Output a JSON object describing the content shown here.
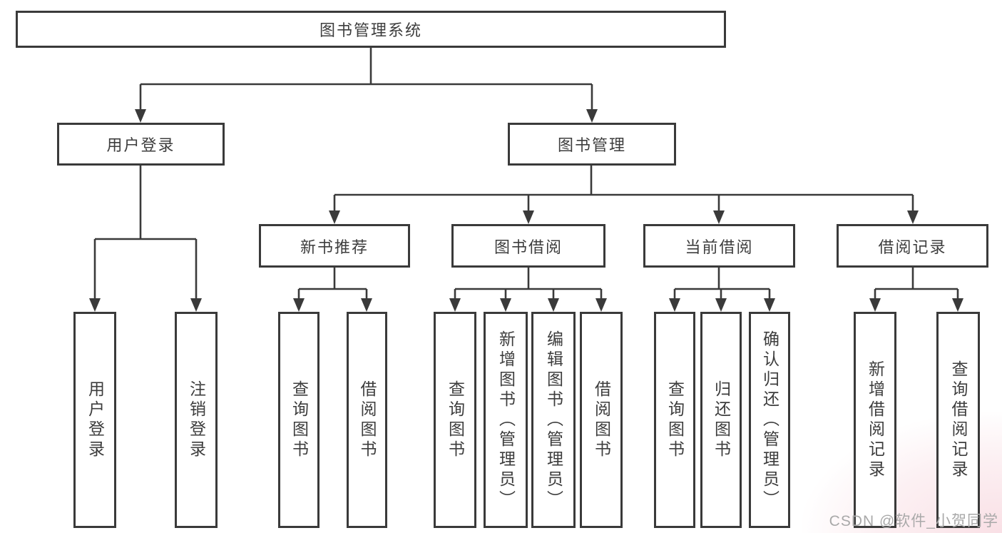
{
  "diagram": {
    "type": "hierarchy-tree",
    "title": "图书管理系统"
  },
  "nodes": [
    {
      "id": "root",
      "label": "图书管理系统",
      "parent": null,
      "level": 1
    },
    {
      "id": "userLogin",
      "label": "用户登录",
      "parent": "root",
      "level": 2
    },
    {
      "id": "bookMgmt",
      "label": "图书管理",
      "parent": "root",
      "level": 2
    },
    {
      "id": "login",
      "label": "用户登录",
      "parent": "userLogin",
      "level": 3
    },
    {
      "id": "logout",
      "label": "注销登录",
      "parent": "userLogin",
      "level": 3
    },
    {
      "id": "newBookRec",
      "label": "新书推荐",
      "parent": "bookMgmt",
      "level": 3
    },
    {
      "id": "bookBorrow",
      "label": "图书借阅",
      "parent": "bookMgmt",
      "level": 3
    },
    {
      "id": "currentBorrow",
      "label": "当前借阅",
      "parent": "bookMgmt",
      "level": 3
    },
    {
      "id": "borrowRecord",
      "label": "借阅记录",
      "parent": "bookMgmt",
      "level": 3
    },
    {
      "id": "nbQuery",
      "label": "查询图书",
      "parent": "newBookRec",
      "level": 4
    },
    {
      "id": "nbBorrow",
      "label": "借阅图书",
      "parent": "newBookRec",
      "level": 4
    },
    {
      "id": "bbQuery",
      "label": "查询图书",
      "parent": "bookBorrow",
      "level": 4
    },
    {
      "id": "bbAdd",
      "label": "新增图书（管理员）",
      "parent": "bookBorrow",
      "level": 4
    },
    {
      "id": "bbEdit",
      "label": "编辑图书（管理员）",
      "parent": "bookBorrow",
      "level": 4
    },
    {
      "id": "bbBorrow",
      "label": "借阅图书",
      "parent": "bookBorrow",
      "level": 4
    },
    {
      "id": "cbQuery",
      "label": "查询图书",
      "parent": "currentBorrow",
      "level": 4
    },
    {
      "id": "cbReturn",
      "label": "归还图书",
      "parent": "currentBorrow",
      "level": 4
    },
    {
      "id": "cbConfirm",
      "label": "确认归还（管理员）",
      "parent": "currentBorrow",
      "level": 4
    },
    {
      "id": "brAdd",
      "label": "新增借阅记录",
      "parent": "borrowRecord",
      "level": 4
    },
    {
      "id": "brQuery",
      "label": "查询借阅记录",
      "parent": "borrowRecord",
      "level": 4
    }
  ],
  "watermark": {
    "text": "CSDN @软件_小贺同学"
  },
  "colors": {
    "line": "#3a3a3a",
    "border": "#3a3a3a",
    "text": "#3d3d3d",
    "background": "#ffffff",
    "watermark": "#a9a9a9",
    "corner_tint": "#f4c6d0"
  }
}
